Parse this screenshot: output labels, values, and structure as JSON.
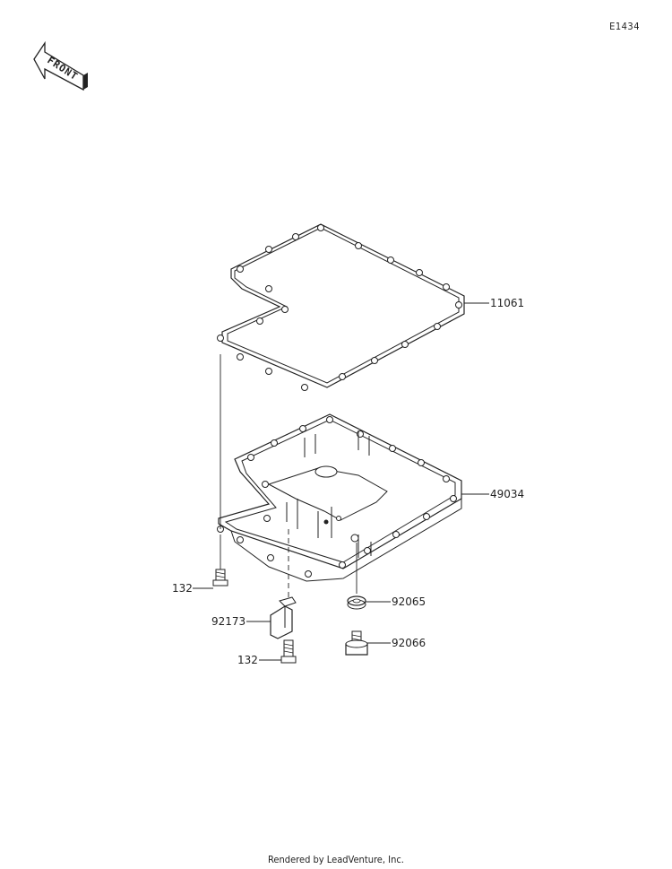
{
  "diagram_code": "E1434",
  "front_label": "FRONT",
  "footer": "Rendered by LeadVenture, Inc.",
  "parts": [
    {
      "number": "11061",
      "name": "oil-pan-gasket"
    },
    {
      "number": "49034",
      "name": "oil-pan"
    },
    {
      "number": "92065",
      "name": "drain-plug-washer"
    },
    {
      "number": "92066",
      "name": "drain-plug"
    },
    {
      "number": "92173",
      "name": "bracket-clamp"
    },
    {
      "number": "132",
      "name": "bolt-left"
    },
    {
      "number": "132",
      "name": "bolt-clamp"
    }
  ]
}
